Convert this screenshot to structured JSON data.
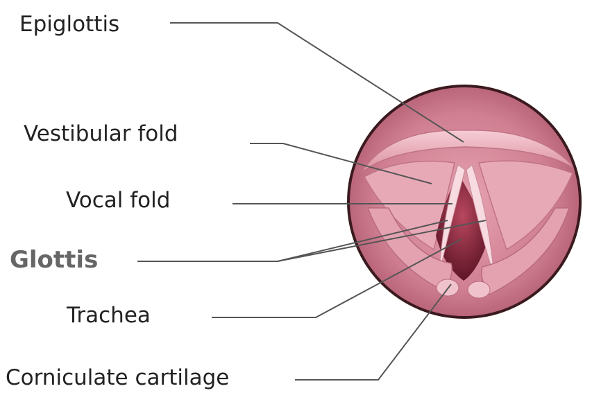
{
  "labels": {
    "epiglottis": "Epiglottis",
    "vestibular_fold": "Vestibular fold",
    "vocal_fold": "Vocal fold",
    "glottis": "Glottis",
    "trachea": "Trachea",
    "corniculate_cartilage": "Corniculate cartilage"
  },
  "colors": {
    "outer_ring": "#3a1a1e",
    "tissue": "#d98a9a",
    "tissue_light": "#f0bcc6",
    "tissue_dark": "#a8485e",
    "airway": "#7a2236",
    "leader_line": "#555555"
  }
}
